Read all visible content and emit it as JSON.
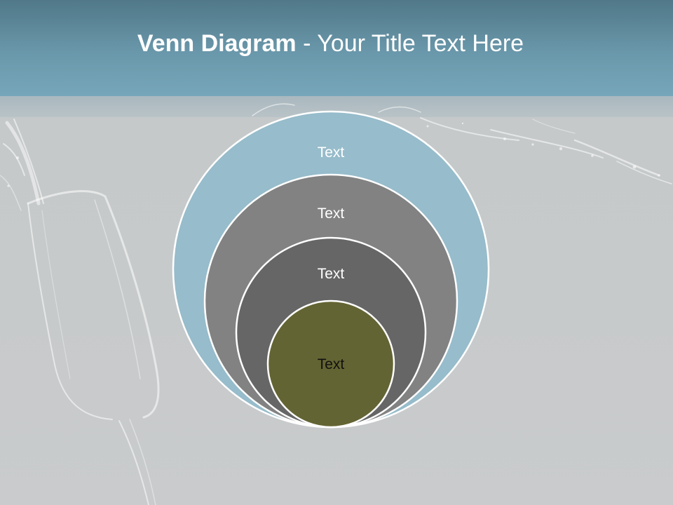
{
  "slide": {
    "title_bold": "Venn Diagram",
    "title_rest": " - Your Title Text Here"
  },
  "diagram": {
    "rings": [
      {
        "label": "Text",
        "fill": "#97bccb",
        "text_color": "#ffffff"
      },
      {
        "label": "Text",
        "fill": "#828282",
        "text_color": "#ffffff"
      },
      {
        "label": "Text",
        "fill": "#666666",
        "text_color": "#ffffff"
      },
      {
        "label": "Text",
        "fill": "#636433",
        "text_color": "#111111"
      }
    ],
    "outline_color": "#ffffff"
  },
  "background": {
    "header_color": "#6a98ab",
    "canvas_color": "#c6c9ca",
    "decoration": "champagne-glass-splash"
  }
}
